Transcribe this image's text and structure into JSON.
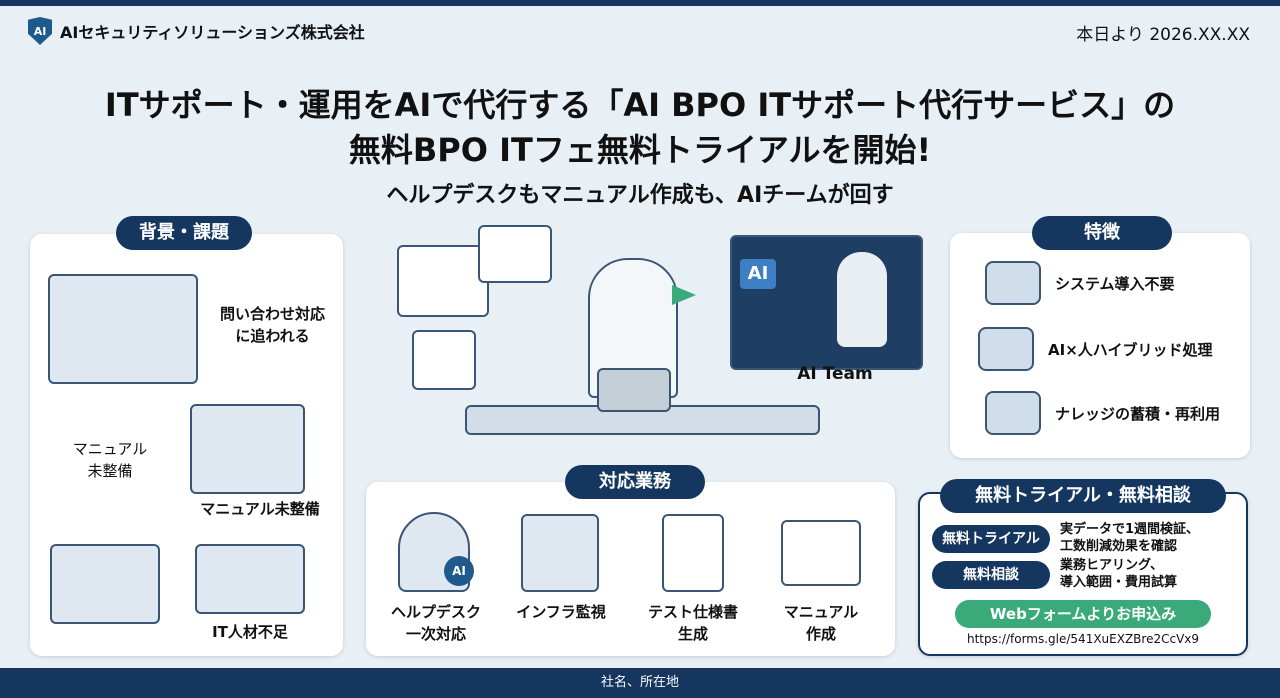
{
  "header": {
    "company": "AIセキュリティソリューションズ株式会社",
    "logo_text": "AI",
    "date": "本日より 2026.XX.XX"
  },
  "title": {
    "line1": "ITサポート・運用をAIで代行する「AI BPO ITサポート代行サービス」の",
    "line2": "無料BPO ITフェ無料トライアルを開始!",
    "subtitle": "ヘルプデスクもマニュアル作成も、AIチームが回す"
  },
  "background": {
    "heading": "背景・課題",
    "items": [
      "問い合わせ対応\nに追われる",
      "マニュアル\n未整備",
      "マニュアル未整備",
      "IT人材不足"
    ]
  },
  "hero": {
    "ai_label": "AI",
    "team_label": "AI Team"
  },
  "features": {
    "heading": "特徴",
    "items": [
      "システム導入不要",
      "AI×人ハイブリッド処理",
      "ナレッジの蓄積・再利用"
    ]
  },
  "services": {
    "heading": "対応業務",
    "items": [
      "ヘルプデスク\n一次対応",
      "インフラ監視",
      "テスト仕様書\n生成",
      "マニュアル\n作成"
    ],
    "headset_badge": "AI"
  },
  "trial": {
    "heading": "無料トライアル・無料相談",
    "rows": [
      {
        "label": "無料トライアル",
        "text": "実データで1週間検証、\n工数削減効果を確認"
      },
      {
        "label": "無料相談",
        "text": "業務ヒアリング、\n導入範囲・費用試算"
      }
    ],
    "cta": "Webフォームよりお申込み",
    "url": "https://forms.gle/541XuEXZBre2CcVx9"
  },
  "footer": {
    "text": "社名、所在地"
  }
}
